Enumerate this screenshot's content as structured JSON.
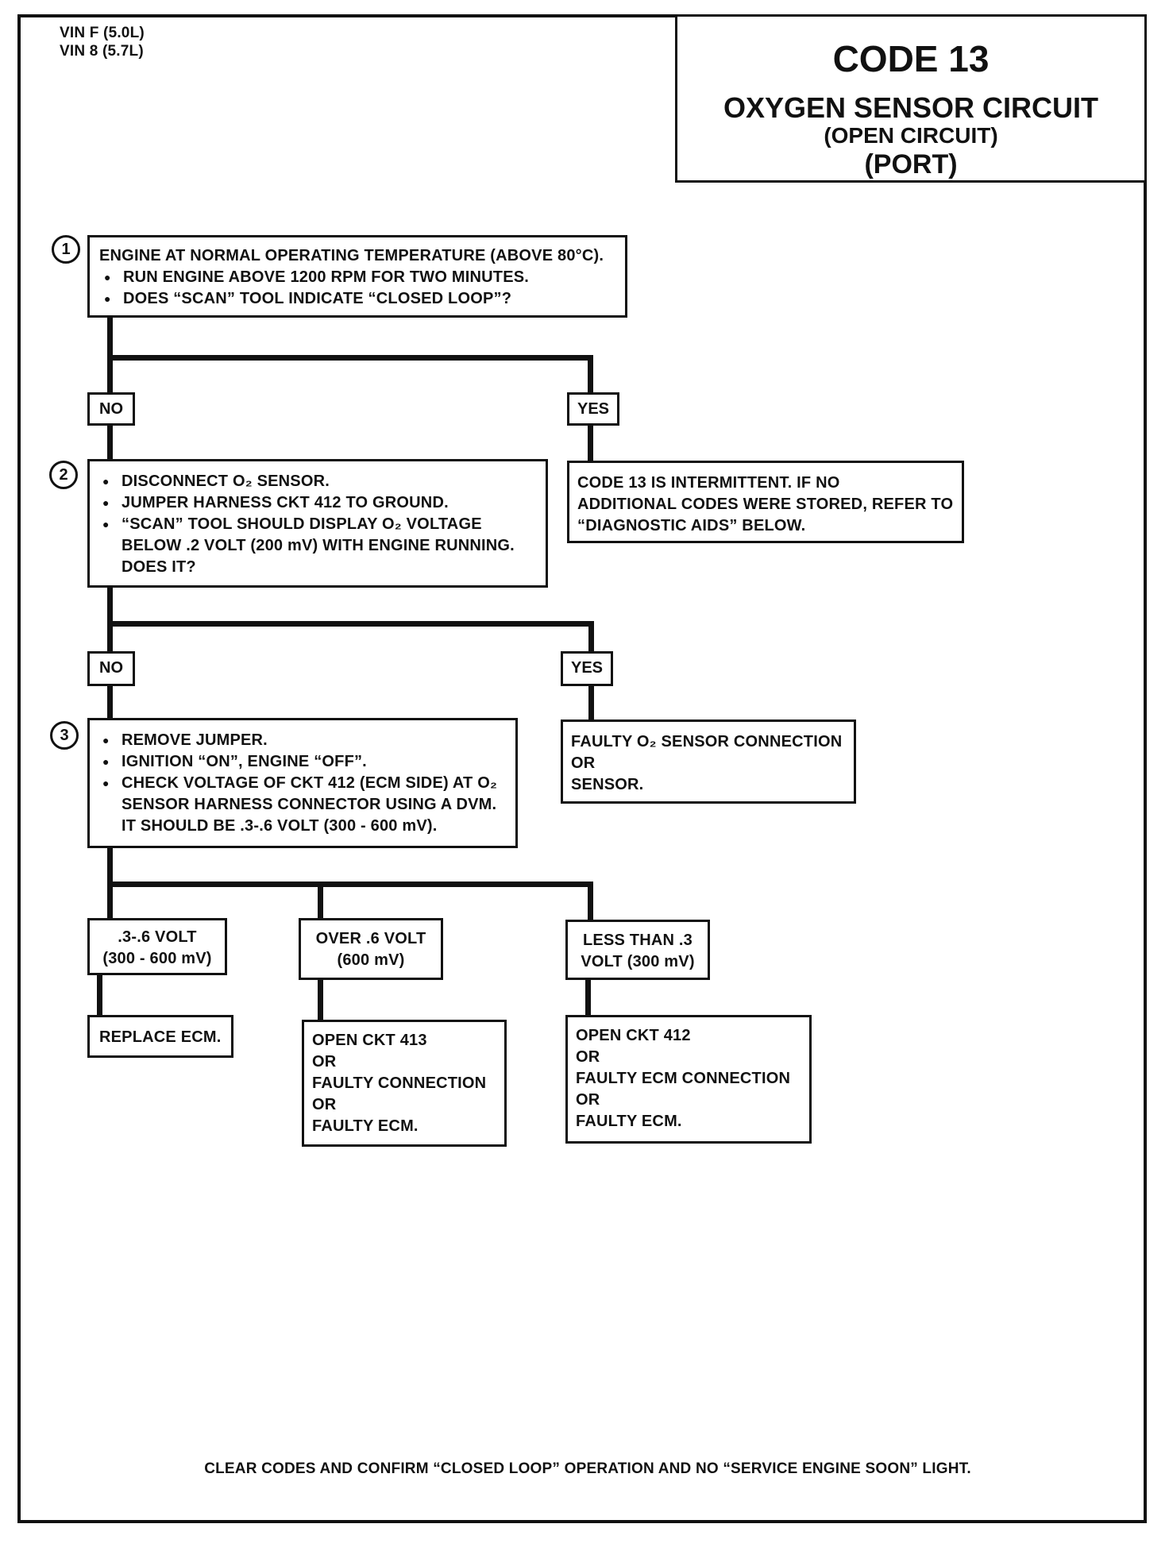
{
  "vin": [
    "VIN F (5.0L)",
    "VIN 8 (5.7L)"
  ],
  "header": {
    "code": "CODE 13",
    "title": "OXYGEN SENSOR CIRCUIT",
    "subtitle1": "(OPEN CIRCUIT)",
    "subtitle2": "(PORT)"
  },
  "step1": {
    "number": "1",
    "intro": "ENGINE AT NORMAL OPERATING TEMPERATURE (ABOVE 80°C).",
    "bullets": [
      "RUN ENGINE ABOVE 1200 RPM FOR TWO MINUTES.",
      "DOES “SCAN” TOOL INDICATE “CLOSED LOOP”?"
    ]
  },
  "branch1": {
    "no": "NO",
    "yes": "YES"
  },
  "yes1": [
    "CODE 13 IS INTERMITTENT.  IF NO",
    "ADDITIONAL CODES WERE STORED, REFER TO",
    "“DIAGNOSTIC AIDS”  BELOW."
  ],
  "step2": {
    "number": "2",
    "bullets": [
      [
        "DISCONNECT O₂ SENSOR."
      ],
      [
        "JUMPER HARNESS CKT 412 TO GROUND."
      ],
      [
        "“SCAN” TOOL SHOULD DISPLAY O₂ VOLTAGE",
        "BELOW .2  VOLT (200 mV) WITH ENGINE RUNNING.",
        "DOES IT?"
      ]
    ]
  },
  "branch2": {
    "no": "NO",
    "yes": "YES"
  },
  "yes2": [
    "FAULTY O₂ SENSOR CONNECTION",
    "OR",
    "SENSOR."
  ],
  "step3": {
    "number": "3",
    "bullets": [
      [
        "REMOVE JUMPER."
      ],
      [
        "IGNITION “ON”,  ENGINE  “OFF”."
      ],
      [
        "CHECK VOLTAGE OF CKT 412 (ECM SIDE) AT O₂",
        "SENSOR HARNESS CONNECTOR USING A DVM.",
        "IT SHOULD BE  .3-.6 VOLT (300 - 600 mV)."
      ]
    ]
  },
  "results": [
    {
      "label": [
        ".3-.6 VOLT",
        "(300 - 600 mV)"
      ],
      "action": [
        "REPLACE ECM."
      ]
    },
    {
      "label": [
        "OVER  .6  VOLT",
        "(600 mV)"
      ],
      "action": [
        "OPEN CKT 413",
        "OR",
        "FAULTY CONNECTION",
        "OR",
        "FAULTY ECM."
      ]
    },
    {
      "label": [
        "LESS THAN .3",
        "VOLT  (300 mV)"
      ],
      "action": [
        "OPEN CKT 412",
        "OR",
        "FAULTY ECM CONNECTION",
        "OR",
        "FAULTY ECM."
      ]
    }
  ],
  "footer": "CLEAR CODES AND CONFIRM “CLOSED LOOP”  OPERATION AND NO “SERVICE ENGINE SOON” LIGHT."
}
